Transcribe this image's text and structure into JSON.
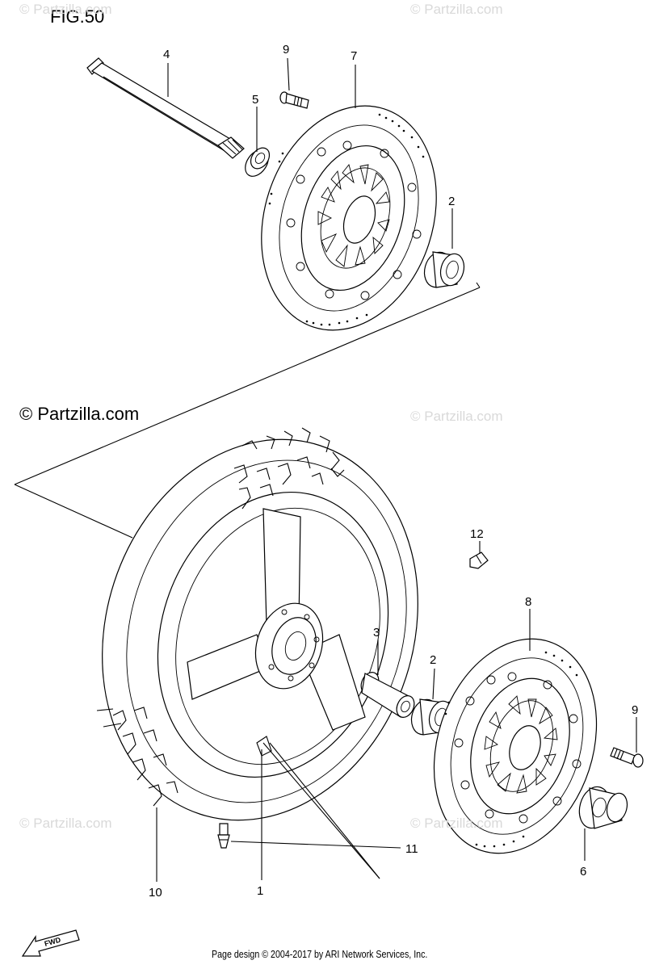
{
  "figure": {
    "title": "FIG.50",
    "copyright": "© Partzilla.com",
    "watermark": "© Partzilla.com",
    "footer": "Page design © 2004-2017 by ARI Network Services, Inc.",
    "fwd_label": "FWD"
  },
  "callouts": [
    {
      "id": "c4",
      "label": "4"
    },
    {
      "id": "c9a",
      "label": "9"
    },
    {
      "id": "c7",
      "label": "7"
    },
    {
      "id": "c5",
      "label": "5"
    },
    {
      "id": "c2a",
      "label": "2"
    },
    {
      "id": "c12",
      "label": "12"
    },
    {
      "id": "c8",
      "label": "8"
    },
    {
      "id": "c3",
      "label": "3"
    },
    {
      "id": "c2b",
      "label": "2"
    },
    {
      "id": "c9b",
      "label": "9"
    },
    {
      "id": "c11",
      "label": "11"
    },
    {
      "id": "c6",
      "label": "6"
    },
    {
      "id": "c1",
      "label": "1"
    },
    {
      "id": "c10",
      "label": "10"
    }
  ]
}
